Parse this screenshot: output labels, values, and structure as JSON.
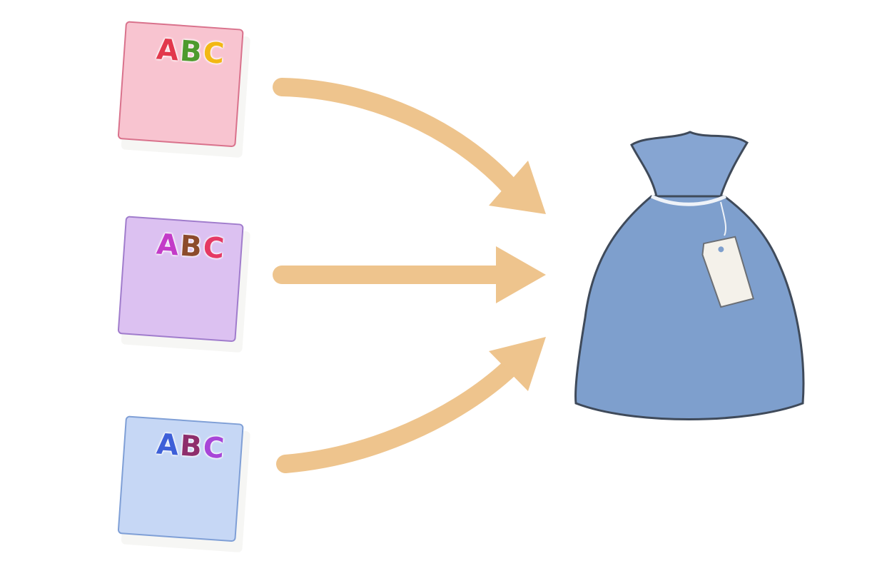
{
  "books": [
    {
      "letters": [
        "A",
        "B",
        "C"
      ],
      "colors": [
        "#e2384c",
        "#4e9a2e",
        "#f2b814"
      ],
      "cover": "#f8c4d0",
      "border": "#d9728c"
    },
    {
      "letters": [
        "A",
        "B",
        "C"
      ],
      "colors": [
        "#c33bc8",
        "#8c4b2c",
        "#e53a64"
      ],
      "cover": "#dcc1f1",
      "border": "#a07ccc"
    },
    {
      "letters": [
        "A",
        "B",
        "C"
      ],
      "colors": [
        "#3d5fd8",
        "#8e2e6c",
        "#a846d8"
      ],
      "cover": "#c6d7f5",
      "border": "#7f9fd6"
    }
  ],
  "arrow_color": "#eec48d",
  "bag_color": "#7e9fcd"
}
